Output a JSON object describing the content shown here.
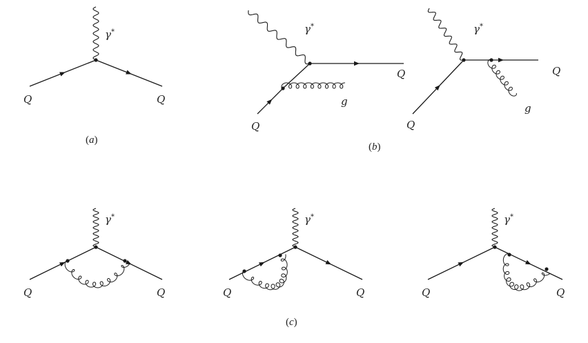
{
  "labels": {
    "quark": "Q",
    "photon": "γ",
    "photon_star": "*",
    "gluon": "g"
  },
  "captions": {
    "a": "a",
    "b": "b",
    "c": "c"
  },
  "colors": {
    "line": "#1a1a1a",
    "background": "#ffffff"
  }
}
